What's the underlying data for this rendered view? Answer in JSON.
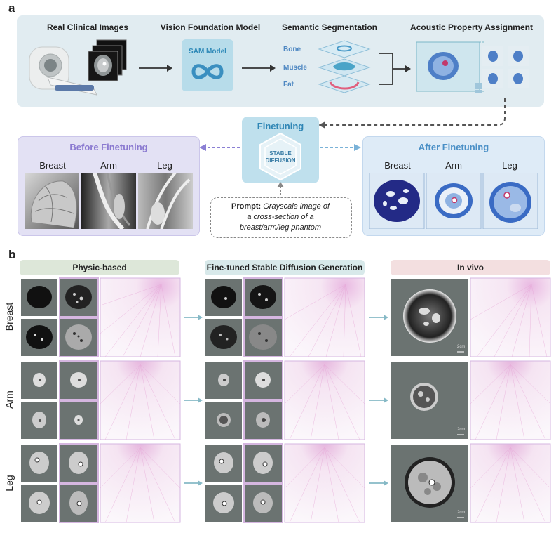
{
  "panel_a": {
    "label": "a",
    "pipeline": {
      "stage1": "Real Clinical Images",
      "stage2": "Vision Foundation Model",
      "stage3": "Semantic Segmentation",
      "stage4": "Acoustic Property Assignment",
      "sam_label": "SAM Model",
      "layers": [
        "Bone",
        "Muscle",
        "Fat"
      ]
    },
    "finetuning": {
      "title": "Finetuning",
      "model_line1": "STABLE",
      "model_line2": "DIFFUSION"
    },
    "before": {
      "title": "Before Finetuning",
      "labels": [
        "Breast",
        "Arm",
        "Leg"
      ]
    },
    "after": {
      "title": "After Finetuning",
      "labels": [
        "Breast",
        "Arm",
        "Leg"
      ]
    },
    "prompt": {
      "label": "Prompt:",
      "line1": "Grayscale image of",
      "line2": "a cross-section of a",
      "line3": "breast/arm/leg phantom"
    }
  },
  "panel_b": {
    "label": "b",
    "headers": {
      "physic": "Physic-based",
      "finetuned": "Fine-tuned Stable Diffusion Generation",
      "invivo": "In vivo"
    },
    "rows": [
      "Breast",
      "Arm",
      "Leg"
    ],
    "scale_bar": "2cm"
  },
  "colors": {
    "pipeline_bg": "#e1ecf1",
    "before_bg": "#e3e1f4",
    "after_bg": "#deebf7",
    "physic_header": "#dde7d9",
    "finetuned_header": "#d8e9ea",
    "invivo_header": "#f3dfe0",
    "accent_blue": "#4a8fc6",
    "accent_purple": "#8b7fd4",
    "tissue_navy": "#232a86"
  }
}
